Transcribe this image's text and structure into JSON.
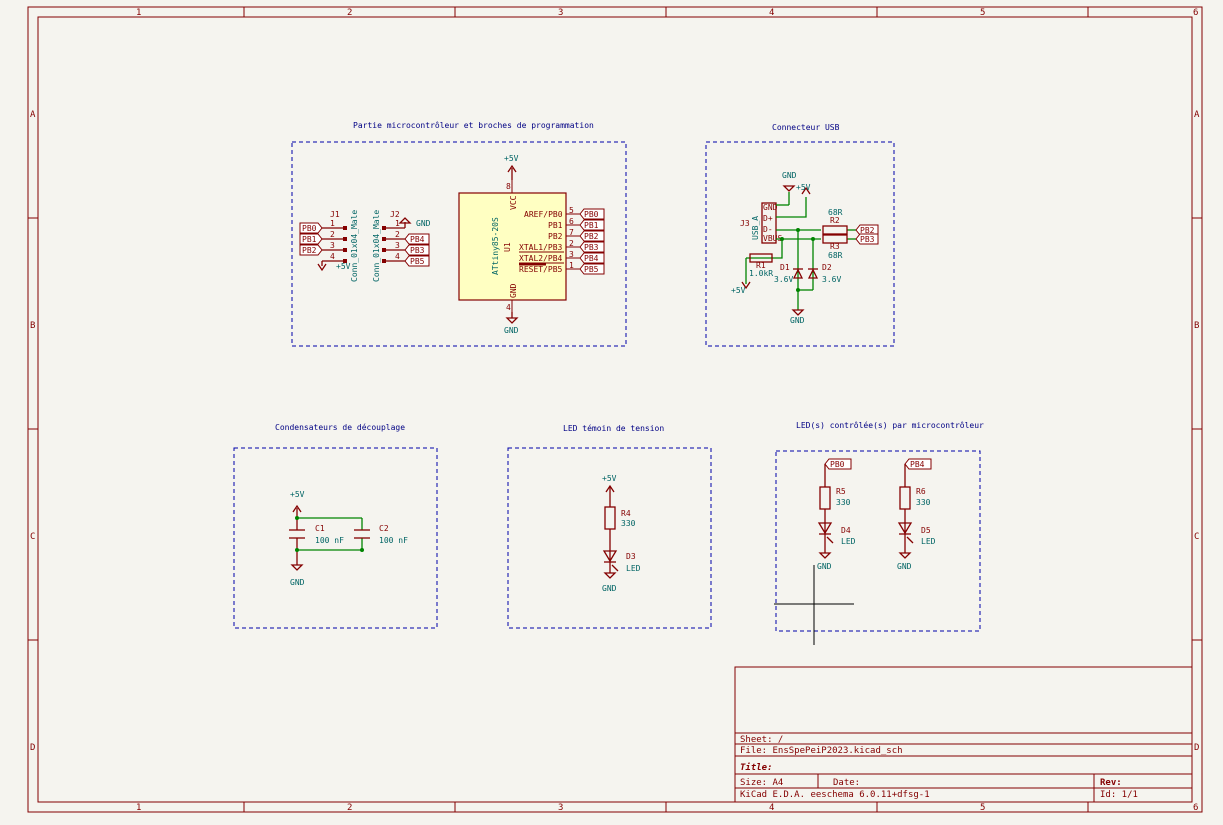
{
  "ruler": {
    "columns": [
      "1",
      "2",
      "3",
      "4",
      "5",
      "6"
    ],
    "rows": [
      "A",
      "B",
      "C",
      "D"
    ]
  },
  "blocks": {
    "micro_title": "Partie microcontrôleur et broches de programmation",
    "usb_title": "Connecteur USB",
    "caps_title": "Condensateurs de découplage",
    "led_title": "LED témoin de tension",
    "leds_title": "LED(s) contrôlée(s) par microcontrôleur"
  },
  "micro": {
    "j1_ref": "J1",
    "j1_value": "Conn_01x04_Male",
    "j2_ref": "J2",
    "j2_value": "Conn_01x04_Male",
    "u1_ref": "U1",
    "u1_value": "ATtiny85-20S",
    "vcc_label": "VCC",
    "gnd_label": "GND",
    "vcc_pin": "8",
    "gnd_pin": "4",
    "u1_pins_left": [
      "AREF/PB0",
      "PB1",
      "PB2",
      "XTAL1/PB3",
      "XTAL2/PB4",
      "RESET/PB5"
    ],
    "u1_pin_nums": [
      "5",
      "6",
      "7",
      "2",
      "3",
      "1"
    ],
    "u1_nets": [
      "PB0",
      "PB1",
      "PB2",
      "PB3",
      "PB4",
      "PB5"
    ],
    "j1_pins": [
      "1",
      "2",
      "3",
      "4"
    ],
    "j1_nets": [
      "PB0",
      "PB1",
      "PB2"
    ],
    "j2_pins": [
      "1",
      "2",
      "3",
      "4"
    ],
    "j2_nets": [
      "PB4",
      "PB3",
      "PB5"
    ],
    "power_5v": "+5V",
    "power_gnd": "GND"
  },
  "usb": {
    "j3_ref": "J3",
    "j3_value": "USB_A",
    "pins": [
      "GND",
      "D+",
      "D-",
      "VBUS"
    ],
    "r2_ref": "R2",
    "r2_value": "68R",
    "r3_ref": "R3",
    "r3_value": "68R",
    "r1_ref": "R1",
    "r1_value": "1.0kR",
    "d1_ref": "D1",
    "d1_value": "3.6V",
    "d2_ref": "D2",
    "d2_value": "3.6V",
    "net_pb2": "PB2",
    "net_pb3": "PB3",
    "gnd": "GND",
    "plus5v": "+5V"
  },
  "caps": {
    "c1_ref": "C1",
    "c1_value": "100 nF",
    "c2_ref": "C2",
    "c2_value": "100 nF",
    "plus5v": "+5V",
    "gnd": "GND"
  },
  "led": {
    "r4_ref": "R4",
    "r4_value": "330",
    "d3_ref": "D3",
    "d3_value": "LED",
    "plus5v": "+5V",
    "gnd": "GND"
  },
  "leds": {
    "r5_ref": "R5",
    "r5_value": "330",
    "r6_ref": "R6",
    "r6_value": "330",
    "d4_ref": "D4",
    "d4_value": "LED",
    "d5_ref": "D5",
    "d5_value": "LED",
    "net1": "PB0",
    "net2": "PB4",
    "gnd": "GND"
  },
  "title_block": {
    "sheet": "Sheet: /",
    "file": "File: EnsSpePeiP2023.kicad_sch",
    "title": "Title:",
    "size": "Size: A4",
    "date": "Date:",
    "rev": "Rev:",
    "tool": "KiCad E.D.A.  eeschema 6.0.11+dfsg-1",
    "id": "Id: 1/1"
  },
  "colors": {
    "frame": "#840000",
    "wire": "#008400",
    "background": "#f5f4ef",
    "dashed_box": "#0000a8",
    "ic_fill": "#ffffc2"
  }
}
